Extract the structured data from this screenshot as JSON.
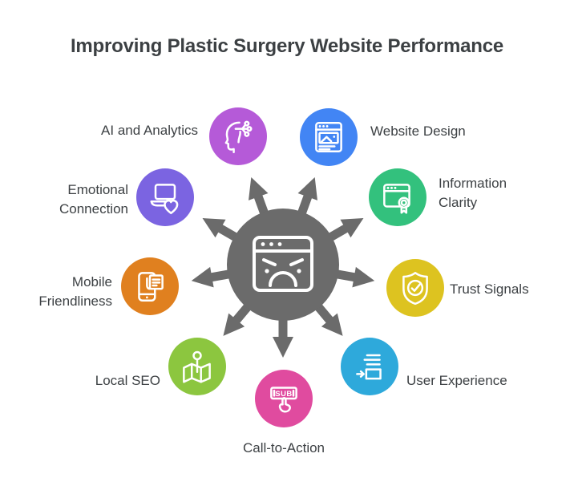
{
  "title": "Improving Plastic Surgery Website Performance",
  "center": {
    "name": "frustrated-website-hub",
    "color": "#6b6b6b",
    "icon": "angry-browser-icon"
  },
  "items": [
    {
      "label": "AI and Analytics",
      "color": "#b55ad8",
      "icon": "ai-head-circuit-icon"
    },
    {
      "label": "Website Design",
      "color": "#4285f4",
      "icon": "browser-image-icon"
    },
    {
      "label": "Information Clarity",
      "color": "#33c17d",
      "icon": "browser-award-icon"
    },
    {
      "label": "Trust Signals",
      "color": "#ddc320",
      "icon": "shield-check-icon"
    },
    {
      "label": "User Experience",
      "color": "#2ea9db",
      "icon": "list-input-arrow-icon"
    },
    {
      "label": "Call-to-Action",
      "color": "#e04b9f",
      "icon": "submit-button-hand-icon",
      "button_text": "SUB"
    },
    {
      "label": "Local SEO",
      "color": "#8cc63f",
      "icon": "map-pin-icon"
    },
    {
      "label": "Mobile Friendliness",
      "color": "#e0801f",
      "icon": "phone-news-icon"
    },
    {
      "label": "Emotional Connection",
      "color": "#7b64e1",
      "icon": "laptop-heart-icon"
    }
  ]
}
